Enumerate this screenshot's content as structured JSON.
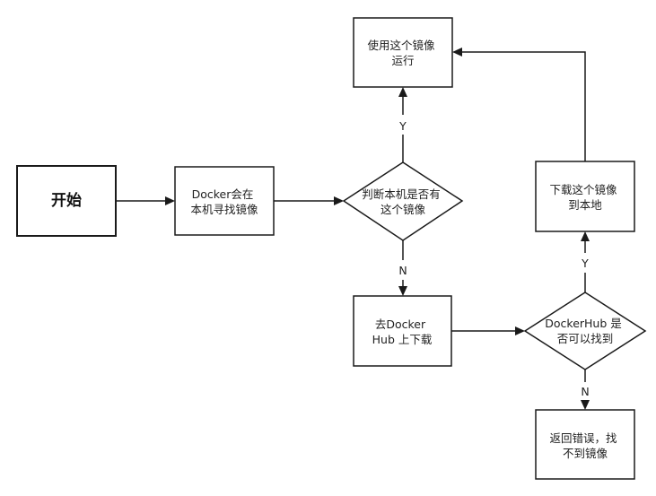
{
  "nodes": {
    "start": [
      "开始"
    ],
    "docker_local": [
      "Docker会在",
      "本机寻找镜像"
    ],
    "check_local": [
      "判断本机是否有",
      "这个镜像"
    ],
    "use_image": [
      "使用这个镜像",
      "运行"
    ],
    "go_hub": [
      "去Docker",
      "Hub 上下载"
    ],
    "check_hub": [
      "DockerHub 是",
      "否可以找到"
    ],
    "download": [
      "下载这个镜像",
      "到本地"
    ],
    "error": [
      "返回错误，找",
      "不到镜像"
    ]
  },
  "edges": {
    "yes_label": "Y",
    "no_label": "N"
  }
}
